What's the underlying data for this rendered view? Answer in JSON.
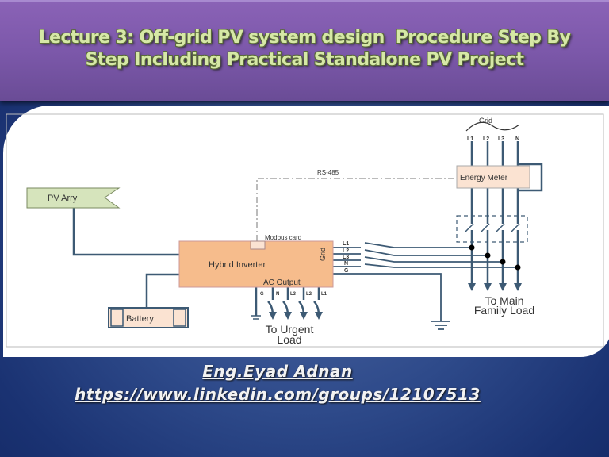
{
  "slide": {
    "title_line1": "Lecture 3: Off-grid PV system design  Procedure Step By",
    "title_line2": "Step Including Practical Standalone PV Project",
    "author": "Eng.Eyad Adnan",
    "link": "https://www.linkedin.com/groups/12107513"
  },
  "diagram": {
    "pv_array": "PV Arry",
    "battery": "Battery",
    "inverter": "Hybrid Inverter",
    "modbus": "Modbus card",
    "rs485": "RS-485",
    "grid_port": "Grid",
    "ac_output": "AC Output",
    "grid_lines": [
      "L1",
      "L2",
      "L3",
      "N",
      "G"
    ],
    "ac_lines": [
      "G",
      "N",
      "L3",
      "L2",
      "L1"
    ],
    "grid": "Grid",
    "grid_phases": [
      "L1",
      "L2",
      "L3",
      "N"
    ],
    "energy_meter": "Energy Meter",
    "urgent_load_1": "To Urgent",
    "urgent_load_2": "Load",
    "main_load_1": "To Main",
    "main_load_2": "Family Load"
  },
  "colors": {
    "wire": "#3d5a74",
    "inverter": "#f6bc8c",
    "pv": "#d6e4bc",
    "meter": "#fbe3d2",
    "title_bg": "#7c58aa"
  }
}
